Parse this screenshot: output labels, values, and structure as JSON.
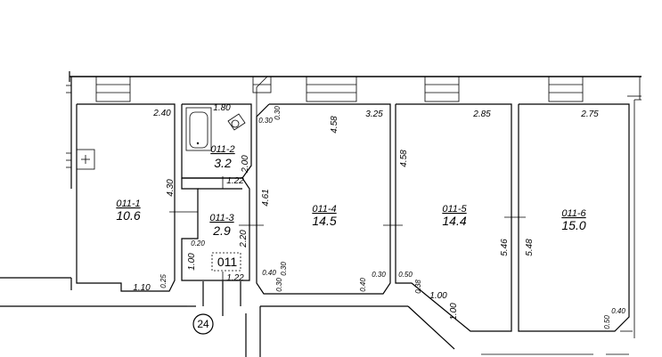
{
  "rooms": [
    {
      "id": "011-1",
      "area": "10.6"
    },
    {
      "id": "011-2",
      "area": "3.2"
    },
    {
      "id": "011-3",
      "area": "2.9"
    },
    {
      "id": "011-4",
      "area": "14.5"
    },
    {
      "id": "011-5",
      "area": "14.4"
    },
    {
      "id": "011-6",
      "area": "15.0"
    }
  ],
  "apartment_code": "011",
  "grid_marker": "24",
  "dims": {
    "r1_top": "2.40",
    "r1_height": "4.30",
    "r1_bottom": "1.10",
    "r1_corner": "0.25",
    "r2_top": "1.80",
    "r2_height": "2.00",
    "r3_top": "1.22",
    "r3_bottom": "1.22",
    "r3_height": "2.20",
    "r3_left": "1.00",
    "r3_small": "0.20",
    "r4_top": "3.25",
    "r4_top_v": "4.58",
    "r4_left": "4.61",
    "r4_corner_tl1": "0.30",
    "r4_corner_tl2": "0.30",
    "r4_corner_bl1": "0.40",
    "r4_corner_bl2": "0.30",
    "r4_corner_bl3": "0.30",
    "r4_corner_br1": "0.40",
    "r4_corner_br2": "0.30",
    "r5_top": "2.85",
    "r5_height": "4.58",
    "r5_bottom_a": "0.50",
    "r5_bottom_b": "0.38",
    "r5_diag": "1.00",
    "r5_diag_v": "1.00",
    "r5_right": "5.46",
    "r6_top": "2.75",
    "r6_left": "5.48",
    "r6_corner_a": "0.50",
    "r6_corner_b": "0.40"
  }
}
